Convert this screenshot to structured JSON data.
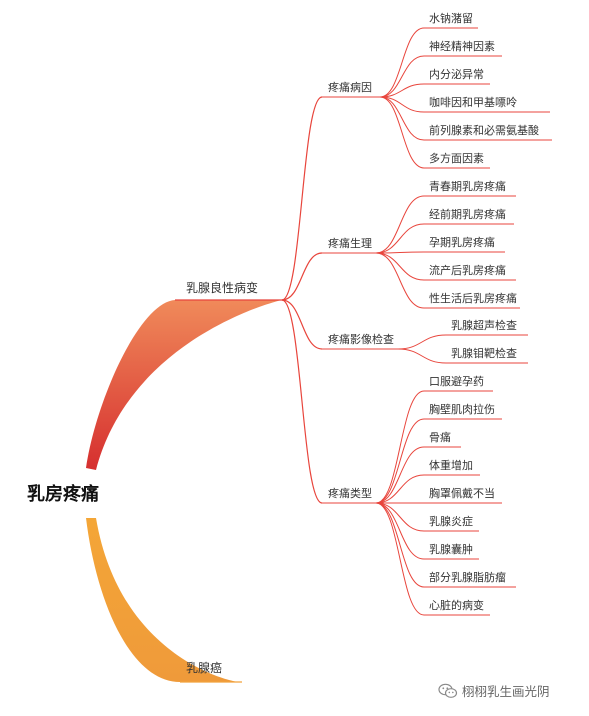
{
  "root": "乳房疼痛",
  "branches": [
    {
      "label": "乳腺良性病变",
      "children": [
        {
          "label": "疼痛病因",
          "children": [
            "水钠潴留",
            "神经精神因素",
            "内分泌异常",
            "咖啡因和甲基嘌呤",
            "前列腺素和必需氨基酸",
            "多方面因素"
          ]
        },
        {
          "label": "疼痛生理",
          "children": [
            "青春期乳房疼痛",
            "经前期乳房疼痛",
            "孕期乳房疼痛",
            "流产后乳房疼痛",
            "性生活后乳房疼痛"
          ]
        },
        {
          "label": "疼痛影像检查",
          "children": [
            "乳腺超声检查",
            "乳腺钼靶检查"
          ]
        },
        {
          "label": "疼痛类型",
          "children": [
            "口服避孕药",
            "胸壁肌肉拉伤",
            "骨痛",
            "体重增加",
            "胸罩佩戴不当",
            "乳腺炎症",
            "乳腺囊肿",
            "部分乳腺脂肪瘤",
            "心脏的病变"
          ]
        }
      ]
    },
    {
      "label": "乳腺癌",
      "children": []
    }
  ],
  "watermark": {
    "text": "栩栩乳生画光阴",
    "icon": "wechat-icon"
  },
  "colors": {
    "branch_red": "#e8453c",
    "branch_orange": "#f2a23c",
    "text": "#333333"
  }
}
